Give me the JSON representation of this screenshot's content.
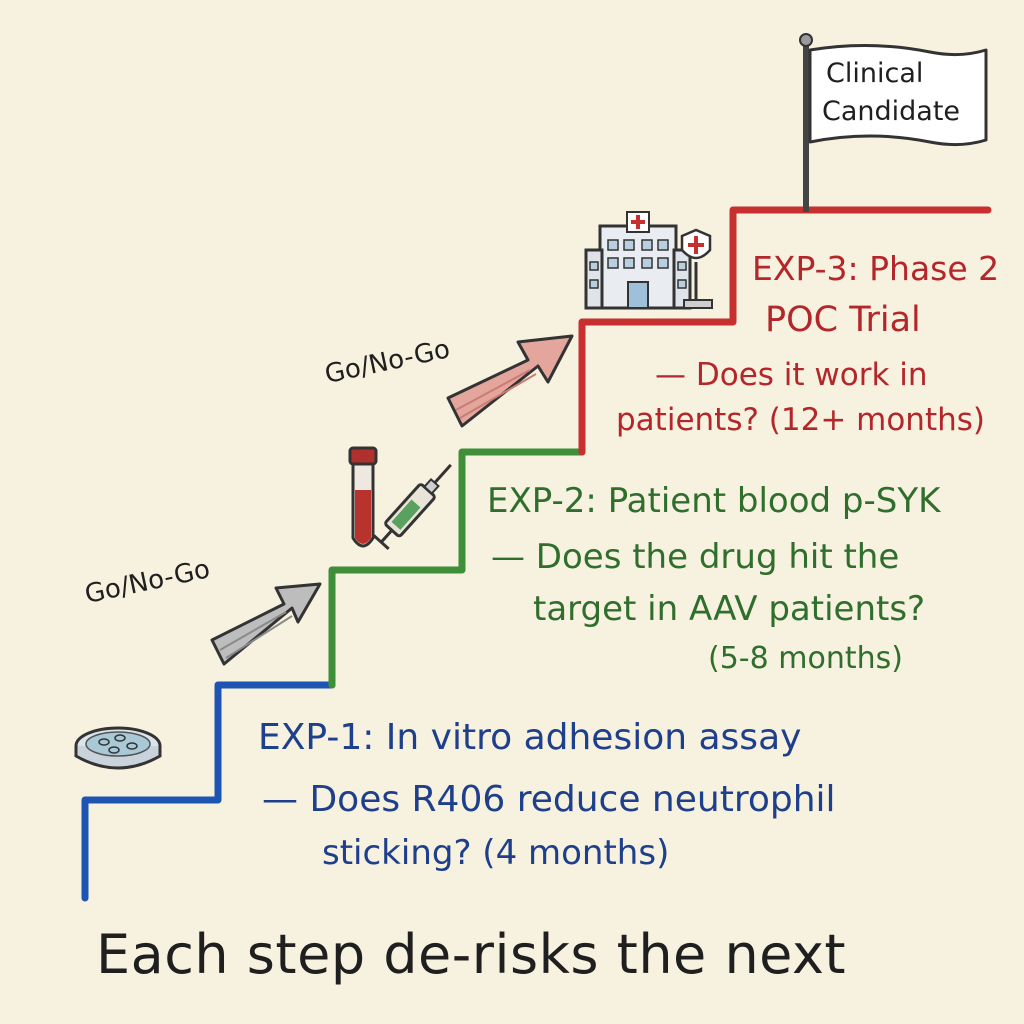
{
  "steps": [
    {
      "title": "EXP-1: In vitro adhesion assay",
      "question_line1": "— Does R406 reduce neutrophil",
      "question_line2": "sticking? (4 months)",
      "color": "#1e55b3",
      "icon": "petri-dish-icon"
    },
    {
      "title": "EXP-2: Patient blood p-SYK",
      "question_line1": "— Does the drug hit the",
      "question_line2": "target in AAV patients?",
      "question_line3": "(5-8 months)",
      "color": "#3d8f3a",
      "icon": "blood-tube-syringe-icon"
    },
    {
      "title": "EXP-3: Phase 2",
      "title_line2": "POC Trial",
      "question_line1": "— Does it work in",
      "question_line2": "patients? (12+ months)",
      "color": "#c8302f",
      "icon": "hospital-icon"
    }
  ],
  "gates": [
    {
      "label": "Go/No-Go",
      "color": "#9a9a9a"
    },
    {
      "label": "Go/No-Go",
      "color": "#d98a80"
    }
  ],
  "flag": {
    "line1": "Clinical",
    "line2": "Candidate"
  },
  "footer": "Each step de-risks the next"
}
